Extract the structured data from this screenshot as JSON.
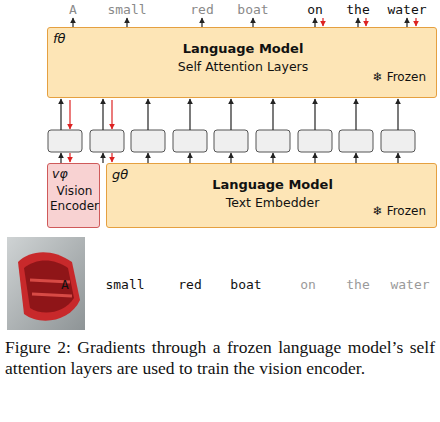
{
  "diagram": {
    "caption": "Figure 2: Gradients through a frozen language model’s self attention layers are used to train the vision encoder.",
    "nodes": [
      {
        "text": [
          "fθ",
          "Language Model",
          "Self Attention Layers",
          "❄ Frozen"
        ]
      },
      {
        "text": [
          "vφ",
          "Vision Encoder"
        ]
      },
      {
        "text": [
          "gθ",
          "Language Model",
          "Text Embedder",
          "❄ Frozen"
        ]
      }
    ],
    "labels": [
      "A",
      "small",
      "red",
      "boat",
      "on",
      "the",
      "water",
      "A",
      "small",
      "red",
      "boat",
      "on",
      "the",
      "water"
    ]
  }
}
